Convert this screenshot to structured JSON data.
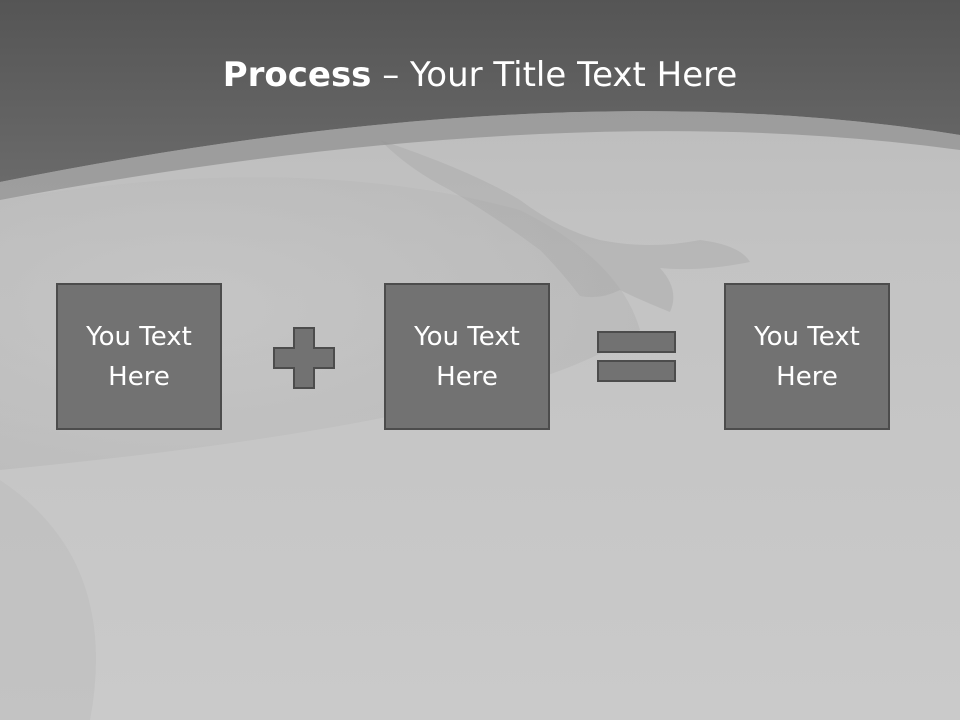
{
  "title": {
    "bold": "Process",
    "rest": " – Your Title Text Here"
  },
  "boxes": [
    {
      "text": "You Text\nHere"
    },
    {
      "text": "You Text\nHere"
    },
    {
      "text": "You Text\nHere"
    }
  ],
  "operators": {
    "plus": "plus-icon",
    "equals": "equals-icon"
  },
  "colors": {
    "header": "#5f5f5f",
    "background": "#c9c9c9",
    "box_fill": "#727272",
    "box_border": "#4c4c4c",
    "text": "#ffffff"
  }
}
